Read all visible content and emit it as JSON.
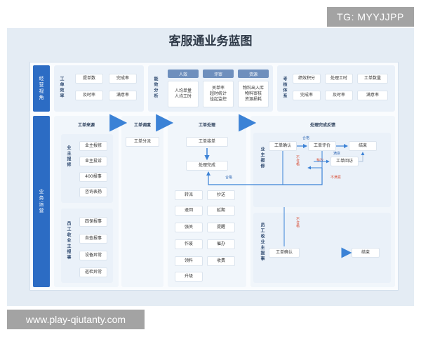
{
  "watermarks": {
    "top": "TG: MYYJJPP",
    "bottom": "www.play-qiutanty.com"
  },
  "title": "客服通业务蓝图",
  "top_band": {
    "side_label": "经营视角",
    "workorder": {
      "label": "工单效率",
      "items": [
        "提单数",
        "完成率",
        "及时率",
        "满意率"
      ]
    },
    "efficiency": {
      "label": "能效分析",
      "columns": [
        {
          "header": "人效",
          "items": [
            "人均单量",
            "人均工时"
          ]
        },
        {
          "header": "评审",
          "items": [
            "关单率",
            "超时统计",
            "挂起监控"
          ]
        },
        {
          "header": "资源",
          "items": [
            "物料出入库",
            "物料审核",
            "资源损耗"
          ]
        }
      ]
    },
    "assessment": {
      "label": "考核体系",
      "items": [
        "绩效积分",
        "处理工时",
        "工单数量",
        "完成率",
        "及时率",
        "满意率"
      ]
    }
  },
  "ops": {
    "side_label": "业务运营",
    "columns": [
      "工单来源",
      "工单调度",
      "工单处理",
      "处理完成反馈"
    ],
    "sources": {
      "owner": {
        "label": "业主报修",
        "items": [
          "业主报修",
          "业主投诉",
          "400报事",
          "咨询表扬"
        ]
      },
      "staff": {
        "label": "员工收业主报事",
        "items": [
          "四保报事",
          "自查报事",
          "设备异常",
          "巡检异常"
        ]
      }
    },
    "dispatch": {
      "item": "工单分派"
    },
    "processing": {
      "receive": "工单接单",
      "complete": "处理完成",
      "ops": [
        "转派",
        "抄送",
        "退回",
        "延期",
        "强关",
        "提醒",
        "作废",
        "催办",
        "领料",
        "收费",
        "升级"
      ]
    },
    "feedback": {
      "owner": {
        "label": "业主报修",
        "confirm": "工单确认",
        "eval": "工单评价",
        "return": "工单回访",
        "end": "结束"
      },
      "staff": {
        "label": "员工收业主报事",
        "confirm": "工单确认",
        "end": "结束"
      },
      "notes": {
        "pass": "合格",
        "fail": "不合格",
        "satisfied": "满意",
        "unsatisfied": "不满意",
        "rework": "整改"
      }
    }
  }
}
